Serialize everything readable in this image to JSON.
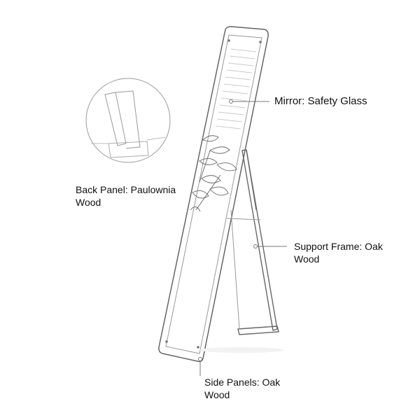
{
  "labels": {
    "mirror": "Mirror: Safety Glass",
    "back_panel_line1": "Back Panel: Paulownia",
    "back_panel_line2": "Wood",
    "support_frame_line1": "Support Frame: Oak",
    "support_frame_line2": "Wood",
    "side_panels_line1": "Side Panels: Oak",
    "side_panels_line2": "Wood"
  },
  "colors": {
    "line": "#8a8a8a",
    "dark_line": "#555555",
    "text": "#111111"
  }
}
